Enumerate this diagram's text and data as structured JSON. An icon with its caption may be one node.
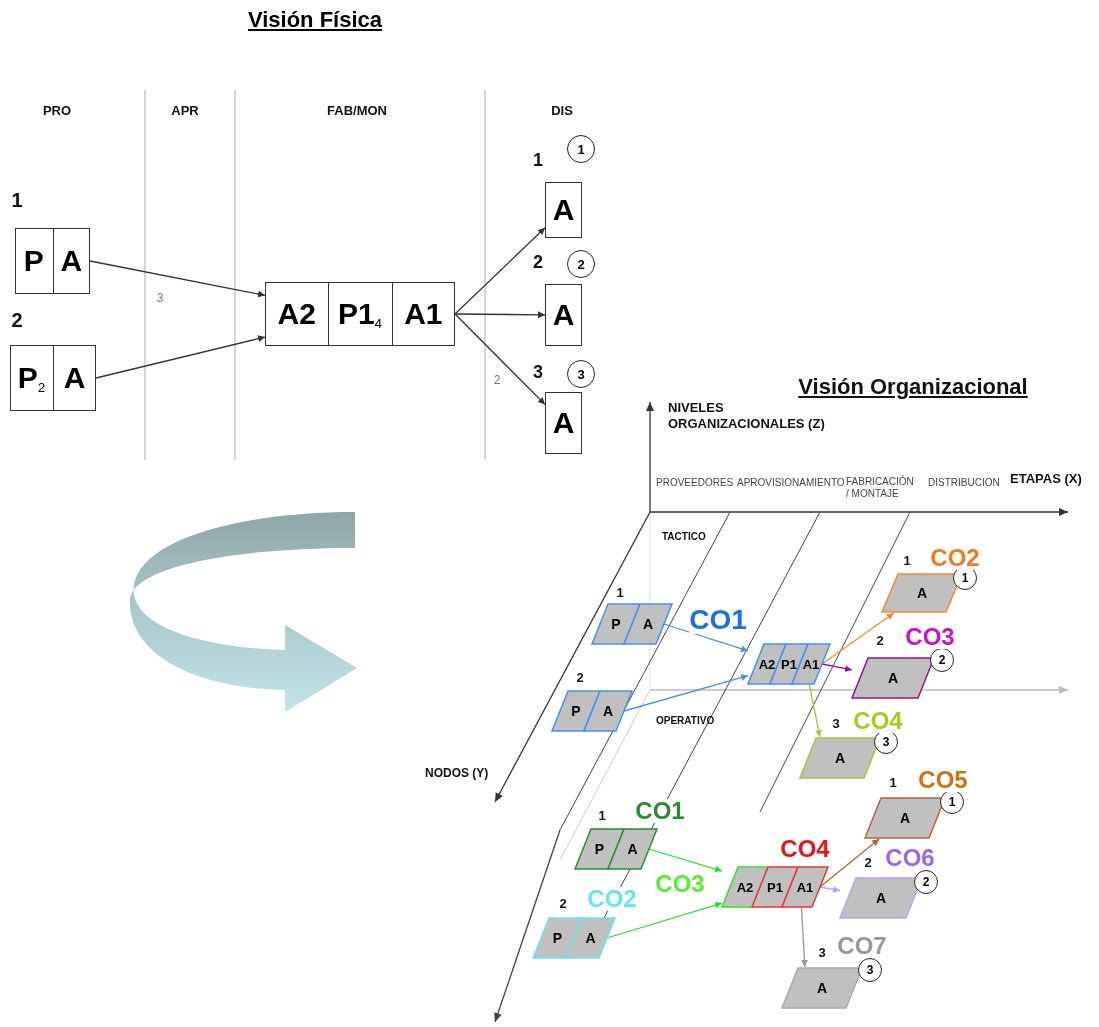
{
  "diagram": {
    "title": "Visión Física",
    "nodes": [
      {
        "text": [
          "P",
          "A"
        ],
        "beside": [
          "1"
        ]
      },
      {
        "text": [
          "P$_{2}$",
          "A"
        ],
        "beside": [
          "2"
        ]
      },
      {
        "text": [
          "A2",
          "P1$_{4}$",
          "A1"
        ]
      },
      {
        "text": [
          "A"
        ],
        "beside": [
          "1"
        ]
      },
      {
        "text": [
          "1"
        ]
      },
      {
        "text": [
          "A"
        ],
        "beside": [
          "2"
        ]
      },
      {
        "text": [
          "2"
        ]
      },
      {
        "text": [
          "A"
        ],
        "beside": [
          "3"
        ]
      },
      {
        "text": [
          "3"
        ]
      },
      {
        "text": [
          "P",
          "A"
        ],
        "beside": [
          "1",
          "CO1"
        ]
      },
      {
        "text": [
          "P",
          "A"
        ],
        "beside": [
          "2"
        ]
      },
      {
        "text": [
          "A2",
          "P1",
          "A1"
        ]
      },
      {
        "text": [
          "A"
        ],
        "beside": [
          "1",
          "CO2"
        ]
      },
      {
        "text": [
          "1"
        ]
      },
      {
        "text": [
          "A"
        ],
        "beside": [
          "2",
          "CO3"
        ]
      },
      {
        "text": [
          "2"
        ]
      },
      {
        "text": [
          "A"
        ],
        "beside": [
          "3",
          "CO4"
        ]
      },
      {
        "text": [
          "3"
        ]
      },
      {
        "text": [
          "P",
          "A"
        ],
        "beside": [
          "1",
          "CO1"
        ]
      },
      {
        "text": [
          "P",
          "A"
        ],
        "beside": [
          "2",
          "CO2"
        ]
      },
      {
        "text": [
          "A2",
          "P1",
          "A1"
        ],
        "beside": [
          "CO4"
        ]
      },
      {
        "text": [
          "A"
        ],
        "beside": [
          "1",
          "CO5"
        ]
      },
      {
        "text": [
          "1"
        ]
      },
      {
        "text": [
          "A"
        ],
        "beside": [
          "2",
          "CO6"
        ]
      },
      {
        "text": [
          "2"
        ]
      },
      {
        "text": [
          "A"
        ],
        "beside": [
          "3",
          "CO7"
        ]
      },
      {
        "text": [
          "3"
        ]
      }
    ],
    "edges": [
      {
        "from": 0,
        "to": 2,
        "arrow": "to",
        "label": "3"
      },
      {
        "from": 1,
        "to": 2,
        "arrow": "to"
      },
      {
        "from": 2,
        "to": 3,
        "arrow": "to"
      },
      {
        "from": 2,
        "to": 5,
        "arrow": "to"
      },
      {
        "from": 2,
        "to": 7,
        "arrow": "to",
        "label": "2"
      },
      {
        "from": 9,
        "to": 11,
        "arrow": "to",
        "color": "#4a8ef0"
      },
      {
        "from": 10,
        "to": 11,
        "arrow": "to",
        "color": "#4a8ef0"
      },
      {
        "from": 11,
        "to": 12,
        "arrow": "to",
        "color": "#f08a30"
      },
      {
        "from": 11,
        "to": 14,
        "arrow": "to",
        "color": "#8b1a8b"
      },
      {
        "from": 11,
        "to": 16,
        "arrow": "to",
        "color": "#a4c639"
      },
      {
        "from": 18,
        "to": 20,
        "arrow": "to",
        "color": "#33dd33"
      },
      {
        "from": 19,
        "to": 20,
        "arrow": "to",
        "color": "#33dd33"
      },
      {
        "from": 20,
        "to": 21,
        "arrow": "to",
        "color": "#b5653a"
      },
      {
        "from": 20,
        "to": 23,
        "arrow": "to",
        "color": "#c59cf7"
      },
      {
        "from": 20,
        "to": 25,
        "arrow": "to",
        "color": "#999999"
      }
    ],
    "labels": [
      "PRO",
      "APR",
      "FAB/MON",
      "DIS",
      "Visión Organizacional",
      "NIVELES ORGANIZACIONALES (Z)",
      "PROVEEDORES",
      "APROVISIONAMIENTO",
      "FABRICACIÓN / MONTAJE",
      "DISTRIBUCION",
      "ETAPAS (X)",
      "TACTICO",
      "OPERATIVO",
      "NODOS (Y)",
      "CO3"
    ]
  }
}
